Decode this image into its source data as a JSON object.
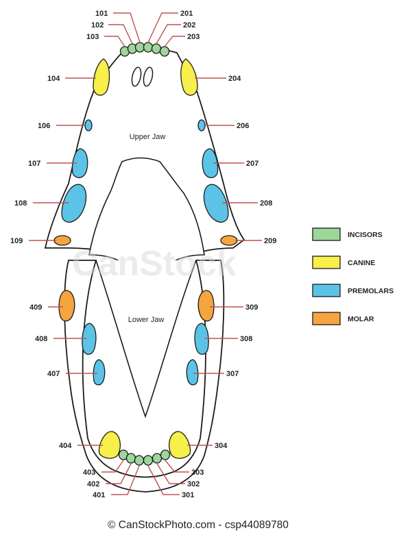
{
  "colors": {
    "incisor": "#9fd69b",
    "canine": "#f7ef4a",
    "premolar": "#5bc4e6",
    "molar": "#f5a53f",
    "leader": "#c0504d"
  },
  "jaw_labels": {
    "upper": "Upper Jaw",
    "lower": "Lower Jaw"
  },
  "legend": [
    {
      "label": "INCISORS",
      "type": "incisor"
    },
    {
      "label": "CANINE",
      "type": "canine"
    },
    {
      "label": "PREMOLARS",
      "type": "premolar"
    },
    {
      "label": "MOLAR",
      "type": "molar"
    }
  ],
  "teeth": {
    "t101": "101",
    "t102": "102",
    "t103": "103",
    "t104": "104",
    "t106": "106",
    "t107": "107",
    "t108": "108",
    "t109": "109",
    "t201": "201",
    "t202": "202",
    "t203": "203",
    "t204": "204",
    "t206": "206",
    "t207": "207",
    "t208": "208",
    "t209": "209",
    "t301": "301",
    "t302": "302",
    "t303": "303",
    "t304": "304",
    "t307": "307",
    "t308": "308",
    "t309": "309",
    "t401": "401",
    "t402": "402",
    "t403": "403",
    "t404": "404",
    "t407": "407",
    "t408": "408",
    "t409": "409"
  },
  "watermark": "CanStock",
  "credit": "© CanStockPhoto.com - csp44089780"
}
